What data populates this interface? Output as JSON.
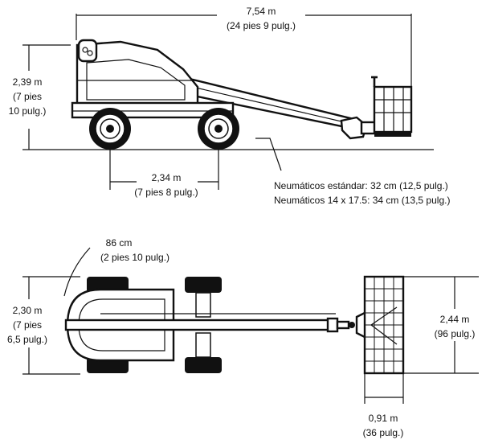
{
  "side_view": {
    "overall_length": {
      "metric": "7,54 m",
      "imperial": "(24 pies 9 pulg.)"
    },
    "stowed_height": {
      "metric": "2,39 m",
      "imperial_1": "(7 pies",
      "imperial_2": "10 pulg.)"
    },
    "wheelbase": {
      "metric": "2,34 m",
      "imperial": "(7 pies 8 pulg.)"
    },
    "ground_clearance": {
      "standard": "Neumáticos estándar: 32 cm (12,5 pulg.)",
      "large": "Neumáticos 14 x 17.5: 34 cm (13,5 pulg.)"
    }
  },
  "top_view": {
    "tail_swing": {
      "metric": "86 cm",
      "imperial": "(2 pies 10 pulg.)"
    },
    "overall_width": {
      "metric": "2,30 m",
      "imperial_1": "(7 pies",
      "imperial_2": "6,5 pulg.)"
    },
    "platform_width": {
      "metric": "2,44 m",
      "imperial": "(96 pulg.)"
    },
    "platform_depth": {
      "metric": "0,91 m",
      "imperial": "(36 pulg.)"
    }
  }
}
